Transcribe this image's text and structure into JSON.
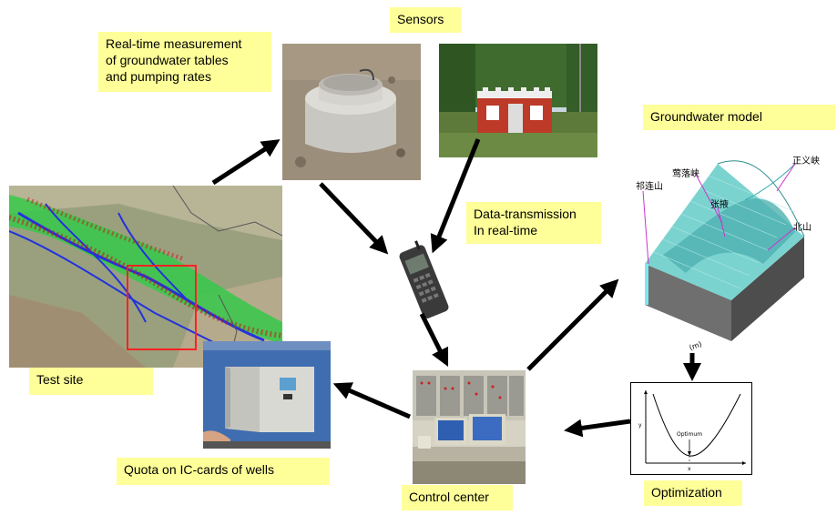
{
  "labels": {
    "sensors": "Sensors",
    "realtime": [
      "Real-time measurement",
      "of groundwater tables",
      "and pumping rates"
    ],
    "transmission": [
      "Data-transmission",
      "In real-time"
    ],
    "groundwater_model": "Groundwater model",
    "test_site": "Test site",
    "quota": "Quota on IC-cards of wells",
    "control_center": "Control center",
    "optimization": "Optimization"
  },
  "model_3d": {
    "place_names": [
      "正义峡",
      "莺落峡",
      "祁连山",
      "张掖",
      "北山"
    ],
    "axis_unit": "(m)"
  },
  "optimization_plot": {
    "point_label": "Optimum",
    "x_label": "x",
    "y_label": "y"
  },
  "colors": {
    "label_bg": "#ffff99",
    "arrow": "#000000"
  }
}
